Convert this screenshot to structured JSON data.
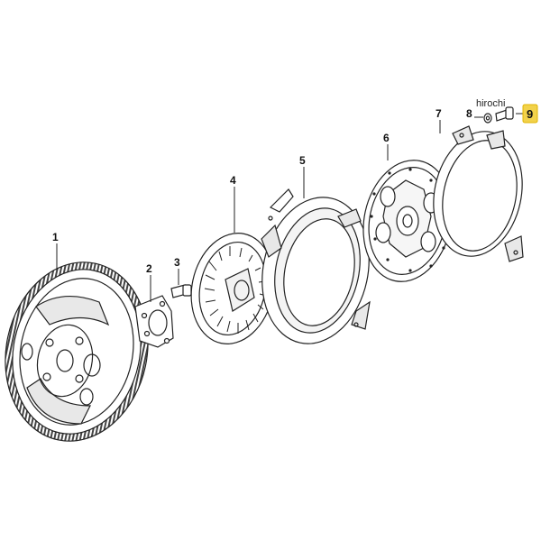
{
  "watermark": "hirochi",
  "callouts": [
    {
      "id": "1",
      "label": "1"
    },
    {
      "id": "2",
      "label": "2"
    },
    {
      "id": "3",
      "label": "3"
    },
    {
      "id": "4",
      "label": "4"
    },
    {
      "id": "5",
      "label": "5"
    },
    {
      "id": "6",
      "label": "6"
    },
    {
      "id": "7",
      "label": "7"
    },
    {
      "id": "8",
      "label": "8"
    },
    {
      "id": "9",
      "label": "9"
    }
  ],
  "highlight": {
    "label": "9",
    "color": "#f2d24b"
  }
}
